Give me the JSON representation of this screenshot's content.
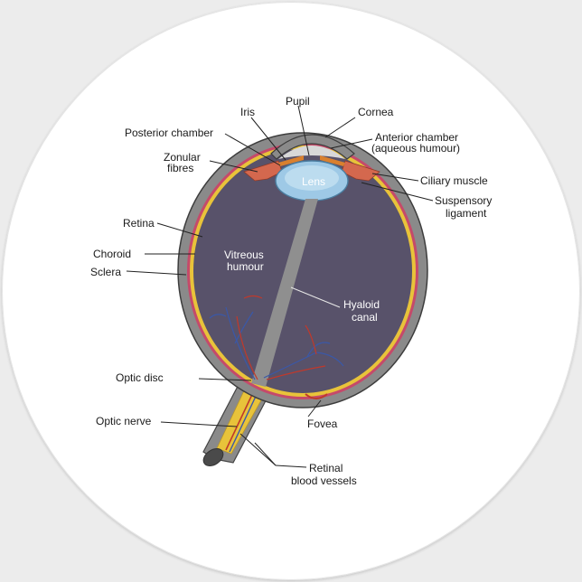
{
  "colors": {
    "sclera": "#8a8a8a",
    "vitreous": "#58526a",
    "retina_yellow": "#e8c33a",
    "choroid_red": "#c0392b",
    "lens": "#9ec9e6",
    "ciliary": "#d4684e",
    "iris": "#d9802e",
    "vessel_blue": "#3a58a8"
  },
  "labels": {
    "pupil": "Pupil",
    "iris": "Iris",
    "cornea": "Cornea",
    "posterior_chamber": "Posterior chamber",
    "anterior_chamber_1": "Anterior chamber",
    "anterior_chamber_2": "(aqueous humour)",
    "zonular_1": "Zonular",
    "zonular_2": "fibres",
    "ciliary_muscle": "Ciliary muscle",
    "suspensory_1": "Suspensory",
    "suspensory_2": "ligament",
    "lens": "Lens",
    "retina": "Retina",
    "choroid": "Choroid",
    "sclera": "Sclera",
    "vitreous_1": "Vitreous",
    "vitreous_2": "humour",
    "hyaloid_1": "Hyaloid",
    "hyaloid_2": "canal",
    "optic_disc": "Optic disc",
    "optic_nerve": "Optic nerve",
    "fovea": "Fovea",
    "retinal_vessels_1": "Retinal",
    "retinal_vessels_2": "blood vessels"
  }
}
